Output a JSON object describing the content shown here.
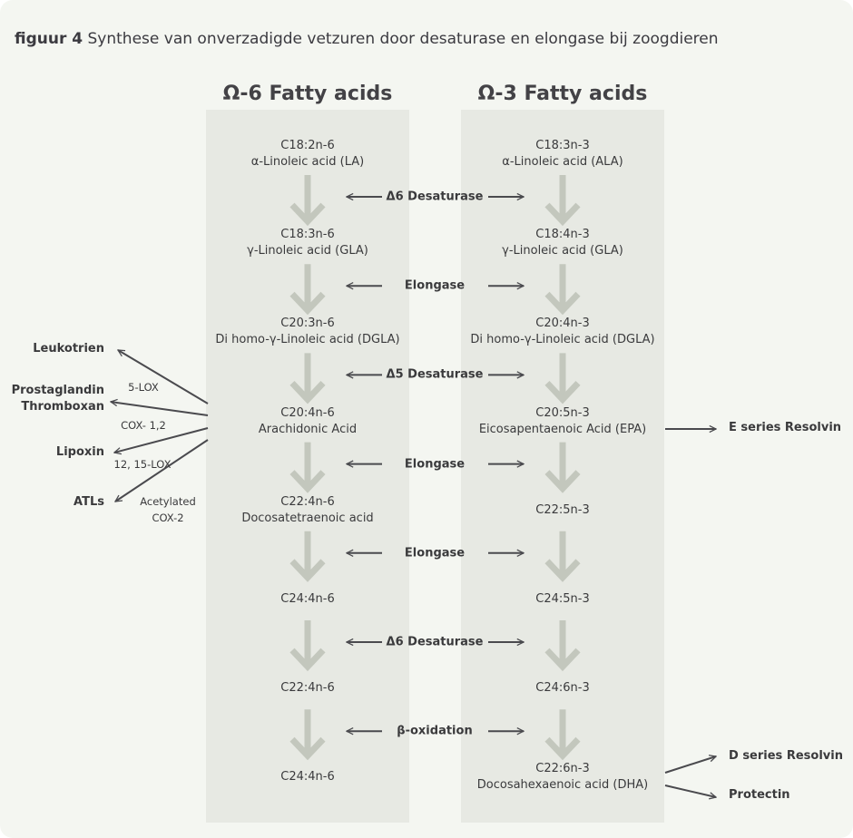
{
  "title": {
    "prefix": "figuur 4",
    "text": "Synthese van onverzadigde vetzuren door desaturase en elongase bij zoogdieren"
  },
  "columns": {
    "omega6": {
      "label": "Ω-6 Fatty acids"
    },
    "omega3": {
      "label": "Ω-3 Fatty acids"
    }
  },
  "omega6_nodes": [
    {
      "code": "C18:2n-6",
      "name": "α-Linoleic acid (LA)"
    },
    {
      "code": "C18:3n-6",
      "name": "γ-Linoleic acid (GLA)"
    },
    {
      "code": "C20:3n-6",
      "name": "Di homo-γ-Linoleic acid (DGLA)"
    },
    {
      "code": "C20:4n-6",
      "name": "Arachidonic Acid"
    },
    {
      "code": "C22:4n-6",
      "name": "Docosatetraenoic acid"
    },
    {
      "code": "C24:4n-6",
      "name": ""
    },
    {
      "code": "C22:4n-6",
      "name": ""
    },
    {
      "code": "C24:4n-6",
      "name": ""
    }
  ],
  "omega3_nodes": [
    {
      "code": "C18:3n-3",
      "name": "α-Linoleic acid (ALA)"
    },
    {
      "code": "C18:4n-3",
      "name": "γ-Linoleic acid (GLA)"
    },
    {
      "code": "C20:4n-3",
      "name": "Di homo-γ-Linoleic acid (DGLA)"
    },
    {
      "code": "C20:5n-3",
      "name": "Eicosapentaenoic Acid (EPA)"
    },
    {
      "code": "C22:5n-3",
      "name": ""
    },
    {
      "code": "C24:5n-3",
      "name": ""
    },
    {
      "code": "C24:6n-3",
      "name": ""
    },
    {
      "code": "C22:6n-3",
      "name": "Docosahexaenoic acid (DHA)"
    }
  ],
  "enzymes": [
    "Δ6 Desaturase",
    "Elongase",
    "Δ5 Desaturase",
    "Elongase",
    "Elongase",
    "Δ6 Desaturase",
    "β-oxidation"
  ],
  "arachidonic_products": {
    "leukotrien": "Leukotrien",
    "prostaglandin": "Prostaglandin",
    "thromboxan": "Thromboxan",
    "lipoxin": "Lipoxin",
    "atls": "ATLs",
    "enz_5lox": "5-LOX",
    "enz_cox": "COX- 1,2",
    "enz_15lox": "12, 15-LOX",
    "enz_acetylated": "Acetylated",
    "enz_cox2": "COX-2"
  },
  "omega3_products": {
    "e_resolvin": "E series Resolvin",
    "d_resolvin": "D series Resolvin",
    "protectin": "Protectin"
  },
  "colors": {
    "flow_arrow": "#c3c7bd",
    "line": "#4a4a4e",
    "column_bg": "#e7e9e3",
    "page_bg": "#f4f6f1"
  }
}
